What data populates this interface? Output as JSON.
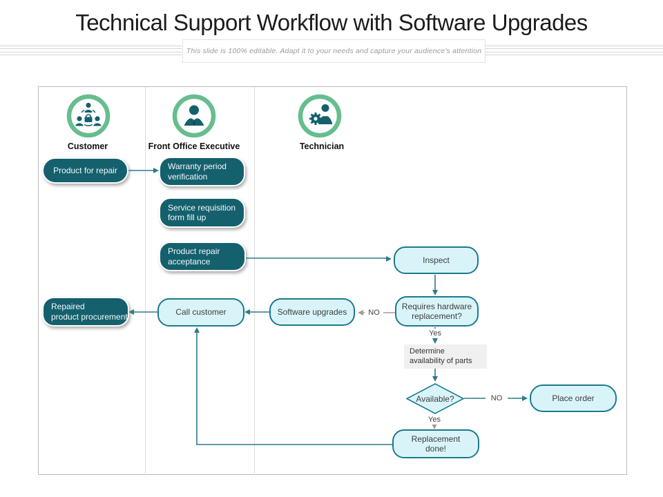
{
  "title": "Technical Support Workflow with Software Upgrades",
  "subtitle": "This slide is 100% editable. Adapt it to your needs and capture your audience's attention",
  "lanes": [
    {
      "label": "Customer",
      "icon": "customer-group-icon"
    },
    {
      "label": "Front Office Executive",
      "icon": "executive-person-icon"
    },
    {
      "label": "Technician",
      "icon": "technician-gear-icon"
    }
  ],
  "nodes": {
    "product_for_repair": {
      "label": "Product for repair",
      "lane": "Customer",
      "style": "dark"
    },
    "warranty_verification": {
      "label": "Warranty period\nverification",
      "lane": "Front Office Executive",
      "style": "dark"
    },
    "service_requisition": {
      "label": "Service requisition\nform fill up",
      "lane": "Front Office Executive",
      "style": "dark"
    },
    "product_repair_acceptance": {
      "label": "Product repair\nacceptance",
      "lane": "Front Office Executive",
      "style": "dark"
    },
    "inspect": {
      "label": "Inspect",
      "lane": "Technician",
      "style": "light"
    },
    "requires_hardware": {
      "label": "Requires hardware\nreplacement?",
      "lane": "Technician",
      "style": "light"
    },
    "software_upgrades": {
      "label": "Software upgrades",
      "lane": "Technician",
      "style": "light"
    },
    "call_customer": {
      "label": "Call customer",
      "lane": "Front Office Executive",
      "style": "light"
    },
    "repaired_product": {
      "label": "Repaired\nproduct procurement",
      "lane": "Customer",
      "style": "dark"
    },
    "determine_availability": {
      "label": "Determine\navailability  of parts",
      "lane": "Technician",
      "style": "gray"
    },
    "available": {
      "label": "Available?",
      "lane": "Technician",
      "style": "diamond"
    },
    "place_order": {
      "label": "Place order",
      "lane": "Technician",
      "style": "light"
    },
    "replacement_done": {
      "label": "Replacement\ndone!",
      "lane": "Technician",
      "style": "light"
    }
  },
  "edge_labels": {
    "no_software": "NO",
    "yes_determine": "Yes",
    "no_place_order": "NO",
    "yes_replacement": "Yes"
  },
  "colors": {
    "dark": "#15606d",
    "light": "#d9f4f9",
    "light_border": "#1b7a8c",
    "ring": "#67bd8d",
    "arrow": "#2d7a8b",
    "arrow_gray": "#a39a90"
  }
}
